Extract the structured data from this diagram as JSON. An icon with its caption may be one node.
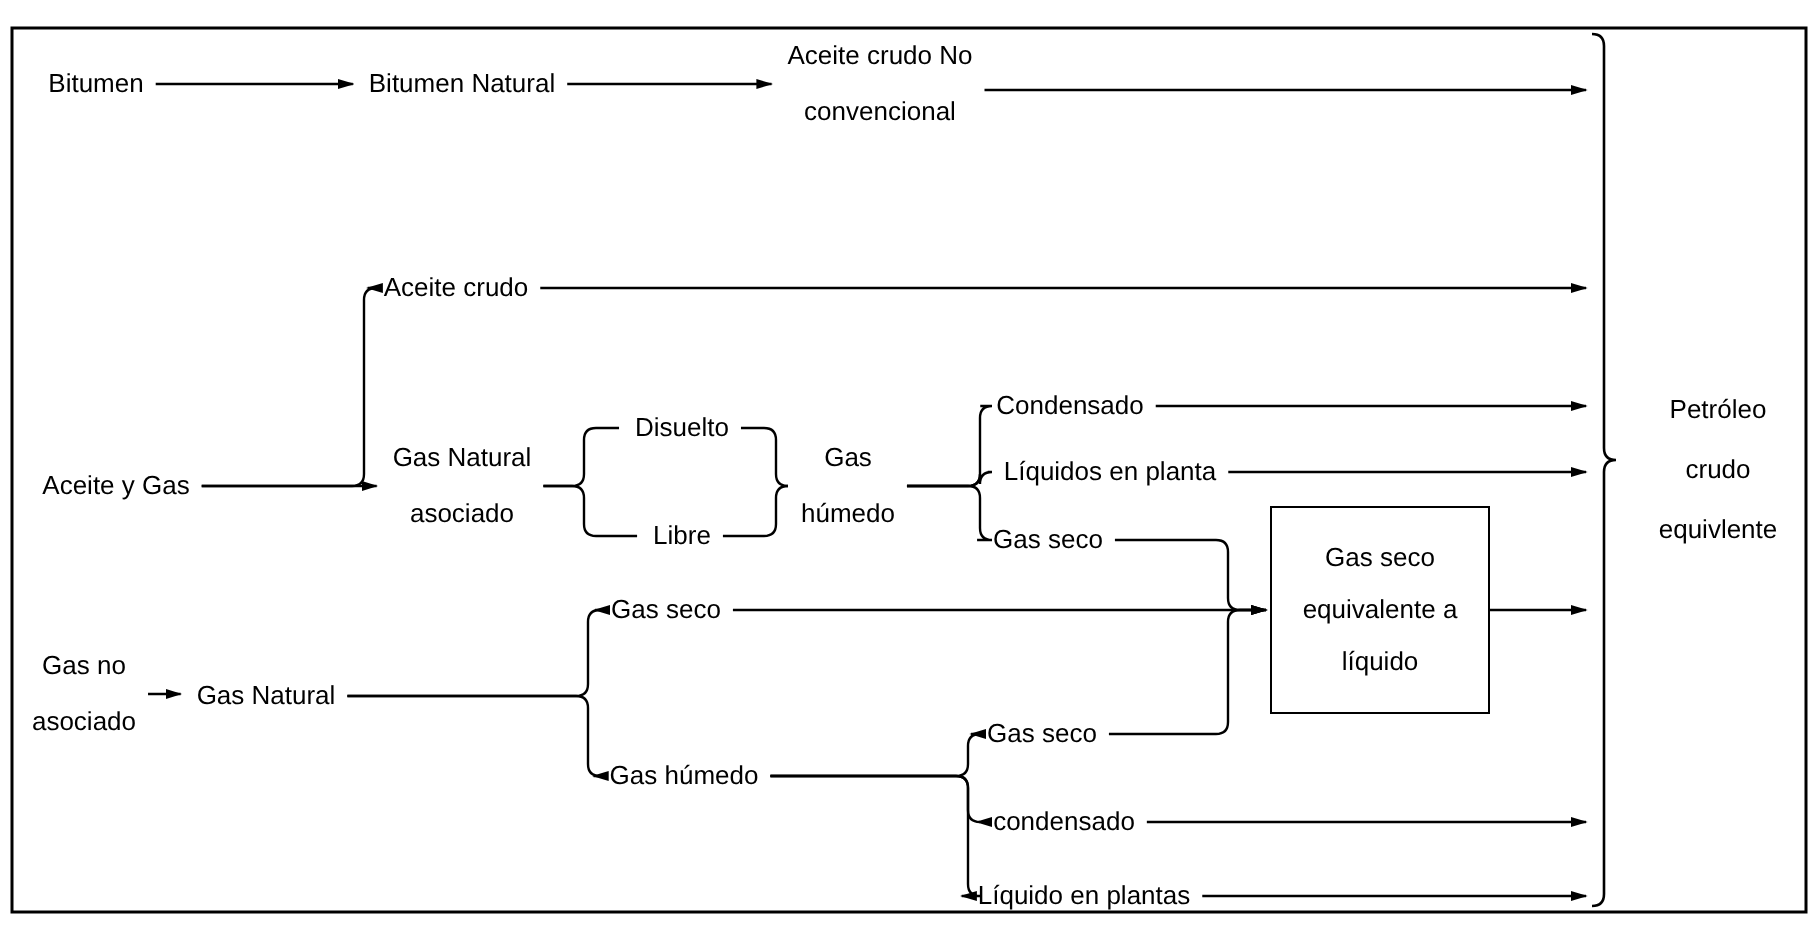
{
  "diagram": {
    "nodes": [
      {
        "text": [
          "Bitumen"
        ]
      },
      {
        "text": [
          "Bitumen Natural"
        ]
      },
      {
        "text": [
          "Aceite crudo No convencional"
        ]
      },
      {
        "text": [
          "Aceite y Gas"
        ]
      },
      {
        "text": [
          "Aceite crudo"
        ]
      },
      {
        "text": [
          "Gas Natural asociado"
        ]
      },
      {
        "text": [
          "Disuelto"
        ]
      },
      {
        "text": [
          "Libre"
        ]
      },
      {
        "text": [
          "Gas húmedo"
        ]
      },
      {
        "text": [
          "Condensado"
        ]
      },
      {
        "text": [
          "Líquidos en planta"
        ]
      },
      {
        "text": [
          "Gas seco"
        ]
      },
      {
        "text": [
          "Gas seco"
        ]
      },
      {
        "text": [
          "Gas no asociado"
        ]
      },
      {
        "text": [
          "Gas Natural"
        ]
      },
      {
        "text": [
          "Gas húmedo"
        ]
      },
      {
        "text": [
          "Gas seco"
        ]
      },
      {
        "text": [
          "condensado"
        ]
      },
      {
        "text": [
          "Líquido en plantas"
        ]
      },
      {
        "text": [
          "Gas seco equivalente a líquido"
        ]
      },
      {
        "text": [
          "Petróleo crudo equivlente"
        ]
      }
    ],
    "edges": [
      {
        "from": 0,
        "to": 1,
        "arrow": "to"
      },
      {
        "from": 1,
        "to": 2,
        "arrow": "to"
      },
      {
        "from": 2,
        "to": 20,
        "arrow": "to"
      },
      {
        "from": 3,
        "to": 4,
        "arrow": "to"
      },
      {
        "from": 3,
        "to": 5,
        "arrow": "to"
      },
      {
        "from": 4,
        "to": 20,
        "arrow": "to"
      },
      {
        "from": 9,
        "to": 20,
        "arrow": "to"
      },
      {
        "from": 10,
        "to": 20,
        "arrow": "to"
      },
      {
        "from": 11,
        "to": 19,
        "arrow": "to"
      },
      {
        "from": 12,
        "to": 19,
        "arrow": "to"
      },
      {
        "from": 16,
        "to": 19,
        "arrow": "to"
      },
      {
        "from": 19,
        "to": 20,
        "arrow": "to"
      },
      {
        "from": 13,
        "to": 14,
        "arrow": "to"
      },
      {
        "from": 14,
        "to": 12,
        "arrow": "to"
      },
      {
        "from": 14,
        "to": 15,
        "arrow": "to"
      },
      {
        "from": 15,
        "to": 16,
        "arrow": "to"
      },
      {
        "from": 15,
        "to": 17,
        "arrow": "to"
      },
      {
        "from": 15,
        "to": 18,
        "arrow": "to"
      },
      {
        "from": 17,
        "to": 20,
        "arrow": "to"
      },
      {
        "from": 18,
        "to": 20,
        "arrow": "to"
      },
      {
        "from": 5,
        "to": 6,
        "arrow": "none"
      },
      {
        "from": 5,
        "to": 7,
        "arrow": "none"
      },
      {
        "from": 6,
        "to": 8,
        "arrow": "none"
      },
      {
        "from": 7,
        "to": 8,
        "arrow": "none"
      },
      {
        "from": 8,
        "to": 9,
        "arrow": "none"
      },
      {
        "from": 8,
        "to": 10,
        "arrow": "none"
      },
      {
        "from": 8,
        "to": 11,
        "arrow": "none"
      }
    ]
  }
}
